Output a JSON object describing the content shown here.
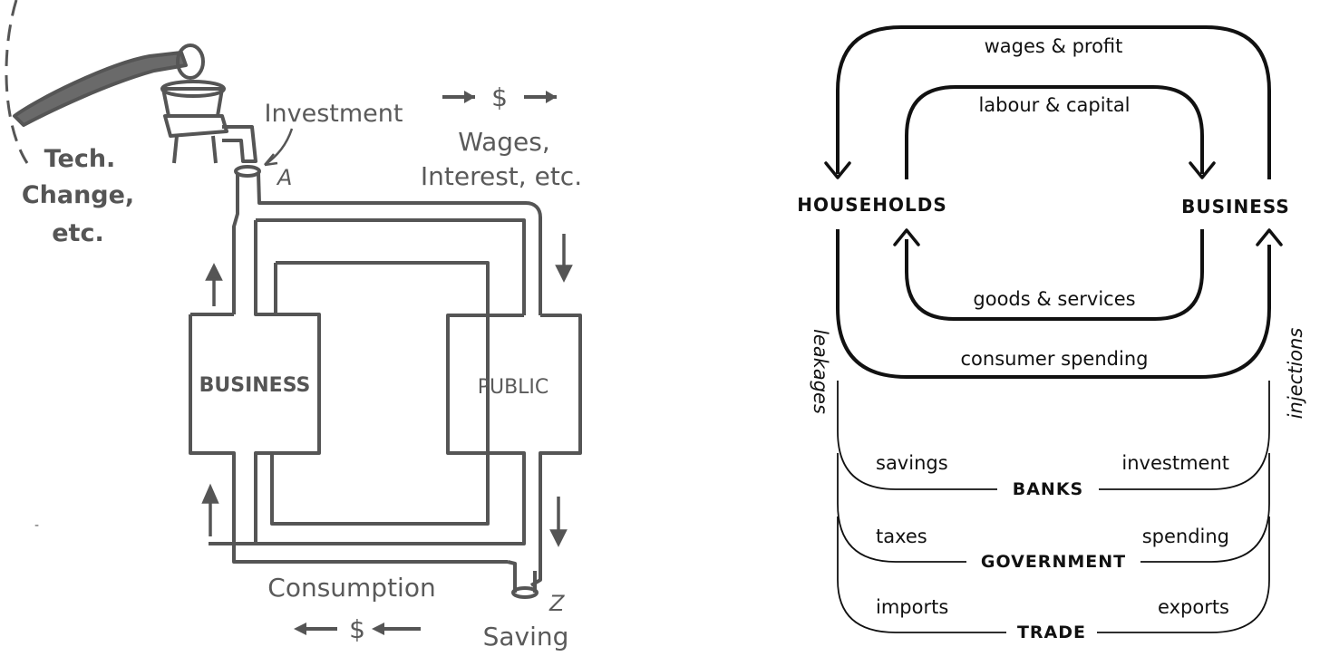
{
  "left_diagram": {
    "pump_labels": {
      "tech_line1": "Tech.",
      "tech_line2": "Change,",
      "tech_line3": "etc.",
      "investment": "Investment",
      "point_a": "A",
      "point_z": "Z"
    },
    "flows": {
      "dollar_top": "$",
      "wages_line1": "Wages,",
      "wages_line2": "Interest, etc.",
      "consumption": "Consumption",
      "dollar_bottom": "$",
      "saving": "Saving"
    },
    "boxes": {
      "business": "BUSINESS",
      "public": "PUBLIC"
    }
  },
  "right_diagram": {
    "nodes": {
      "households": "HOUSEHOLDS",
      "business": "BUSINESS"
    },
    "flows": {
      "wages_profit": "wages & profit",
      "labour_capital": "labour & capital",
      "goods_services": "goods & services",
      "consumer_spending": "consumer spending"
    },
    "side_labels": {
      "leakages": "leakages",
      "injections": "injections"
    },
    "sectors": [
      {
        "name": "BANKS",
        "leak": "savings",
        "inject": "investment"
      },
      {
        "name": "GOVERNMENT",
        "leak": "taxes",
        "inject": "spending"
      },
      {
        "name": "TRADE",
        "leak": "imports",
        "inject": "exports"
      }
    ]
  },
  "colors": {
    "hand_ink": "#555555",
    "clean_ink": "#111111",
    "background": "#ffffff"
  }
}
